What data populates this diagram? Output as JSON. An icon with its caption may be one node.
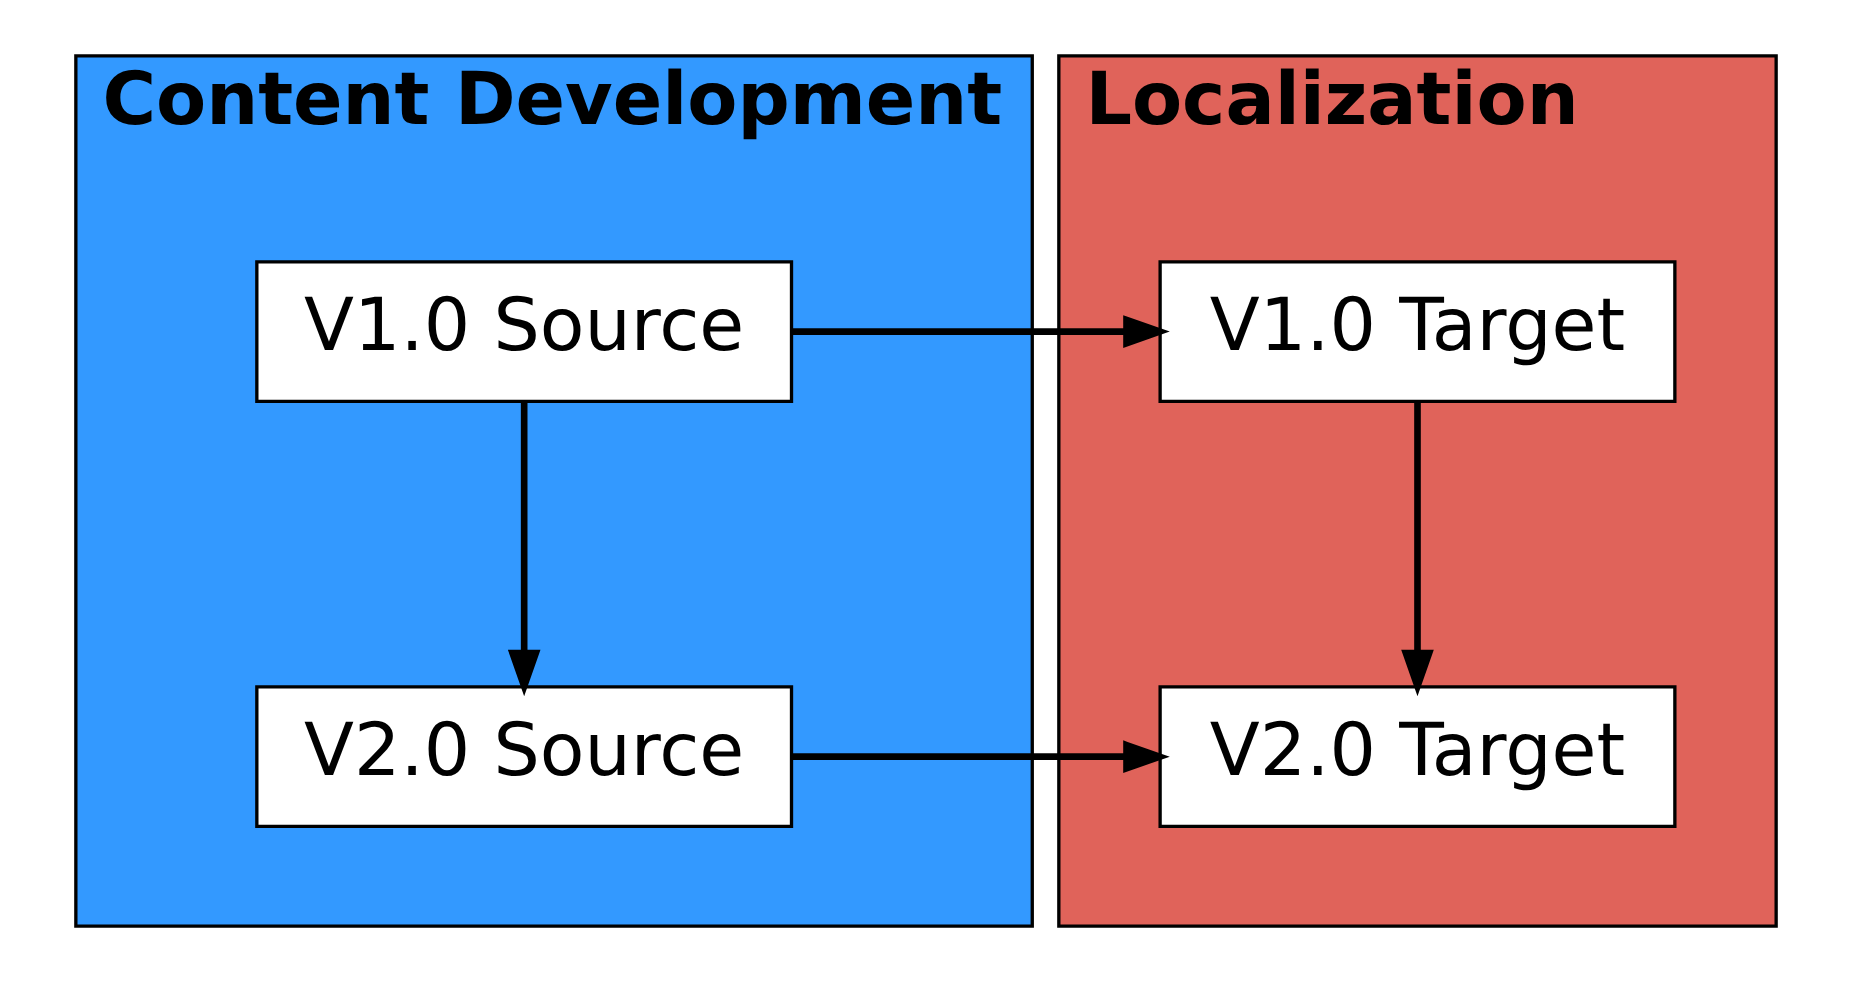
{
  "diagram": {
    "nodes": [
      {
        "text": [
          "Content Development"
        ]
      },
      {
        "text": [
          "V1.0 Source"
        ],
        "in": 0
      },
      {
        "text": [
          "V2.0 Source"
        ],
        "in": 0
      },
      {
        "text": [
          "Localization"
        ]
      },
      {
        "text": [
          "V1.0 Target"
        ],
        "in": 3
      },
      {
        "text": [
          "V2.0 Target"
        ],
        "in": 3
      }
    ],
    "edges": [
      {
        "from": 1,
        "to": 4,
        "arrow": "to"
      },
      {
        "from": 1,
        "to": 2,
        "arrow": "to"
      },
      {
        "from": 4,
        "to": 5,
        "arrow": "to"
      },
      {
        "from": 2,
        "to": 5,
        "arrow": "to"
      }
    ]
  }
}
